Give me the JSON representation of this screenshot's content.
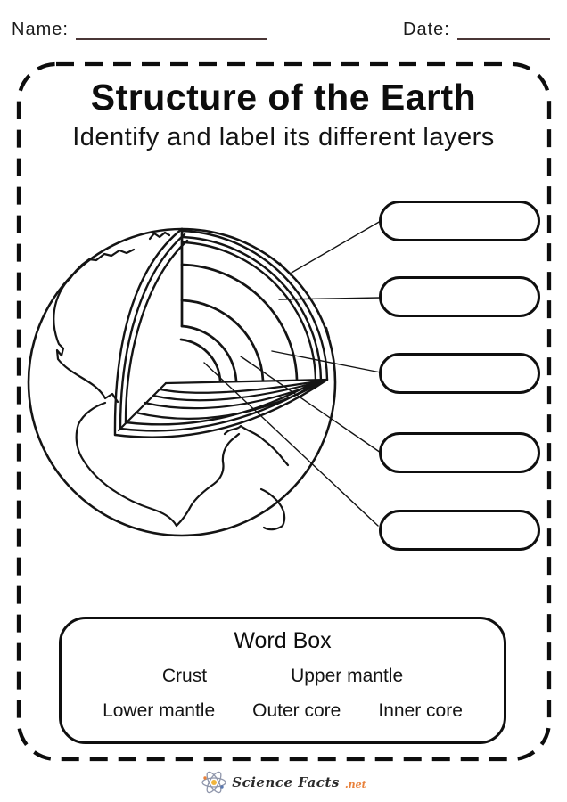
{
  "header": {
    "name_label": "Name:",
    "date_label": "Date:"
  },
  "worksheet": {
    "title": "Structure of the Earth",
    "subtitle": "Identify and label its different layers",
    "answer_boxes": [
      {
        "id": 1,
        "value": ""
      },
      {
        "id": 2,
        "value": ""
      },
      {
        "id": 3,
        "value": ""
      },
      {
        "id": 4,
        "value": ""
      },
      {
        "id": 5,
        "value": ""
      }
    ]
  },
  "word_box": {
    "title": "Word Box",
    "words": [
      "Crust",
      "Upper mantle",
      "Lower mantle",
      "Outer core",
      "Inner core"
    ]
  },
  "footer": {
    "brand": "Science Facts",
    "suffix": ".net"
  },
  "colors": {
    "ink": "#111111",
    "rule_line": "#4a3636",
    "accent_orange": "#e8803a",
    "accent_yellow": "#f2b63c",
    "orbit_gray": "#8f96ab"
  }
}
